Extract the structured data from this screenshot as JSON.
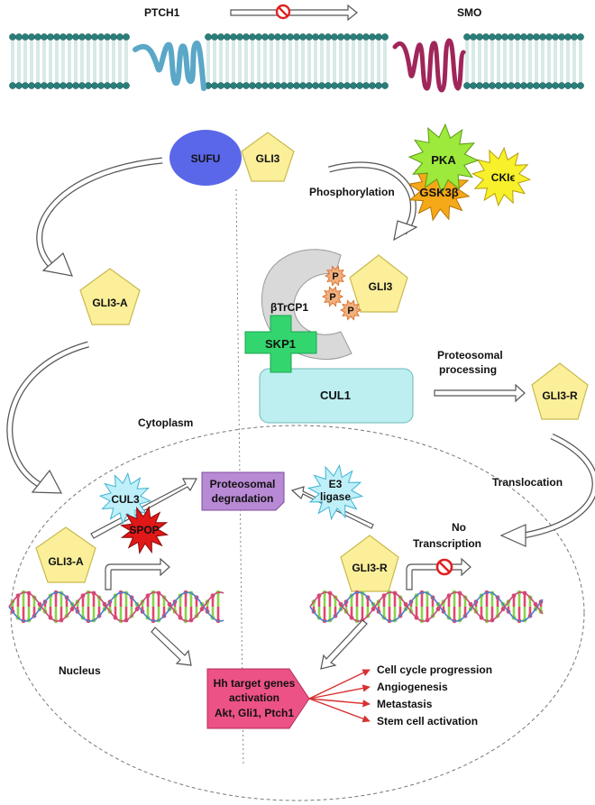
{
  "membrane": {
    "ptch1_label": "PTCH1",
    "smo_label": "SMO"
  },
  "cytoplasm": {
    "sufu_label": "SUFU",
    "gli3_label": "GLI3",
    "gli3a_label": "GLI3-A",
    "cytoplasm_label": "Cytoplasm",
    "phosphorylation_label": "Phosphorylation",
    "kinases": {
      "pka": "PKA",
      "gsk3b": "GSK3β",
      "cki": "CKIϵ"
    },
    "phospho_p": "P",
    "btrcp1_label": "βTrCP1",
    "skp1_label": "SKP1",
    "cul1_label": "CUL1",
    "proteosomal_processing_line1": "Proteosomal",
    "proteosomal_processing_line2": "processing",
    "gli3r_label": "GLI3-R",
    "translocation_label": "Translocation"
  },
  "nucleus": {
    "nucleus_label": "Nucleus",
    "degradation_line1": "Proteosomal",
    "degradation_line2": "degradation",
    "cul3_label": "CUL3",
    "spop_label": "SPOP",
    "e3_line1": "E3",
    "e3_line2": "ligase",
    "gli3a_label": "GLI3-A",
    "gli3r_label": "GLI3-R",
    "no_transcription_line1": "No",
    "no_transcription_line2": "Transcription",
    "target_line1": "Hh target genes",
    "target_line2": "activation",
    "target_line3": "Akt, Gli1, Ptch1",
    "outcomes": [
      "Cell cycle progression",
      "Angiogenesis",
      "Metastasis",
      "Stem cell activation"
    ]
  },
  "colors": {
    "gli_yellow": "#fbef9a",
    "sufu_blue": "#5a67e8",
    "skp1_green": "#33d66e",
    "cul1_cyan": "#bdeff0",
    "degradation_purple": "#b889d4",
    "target_pink": "#ec5285",
    "outcome_red": "#d93030",
    "ptch_blue": "#5aa7c8",
    "smo_magenta": "#a0265a"
  }
}
